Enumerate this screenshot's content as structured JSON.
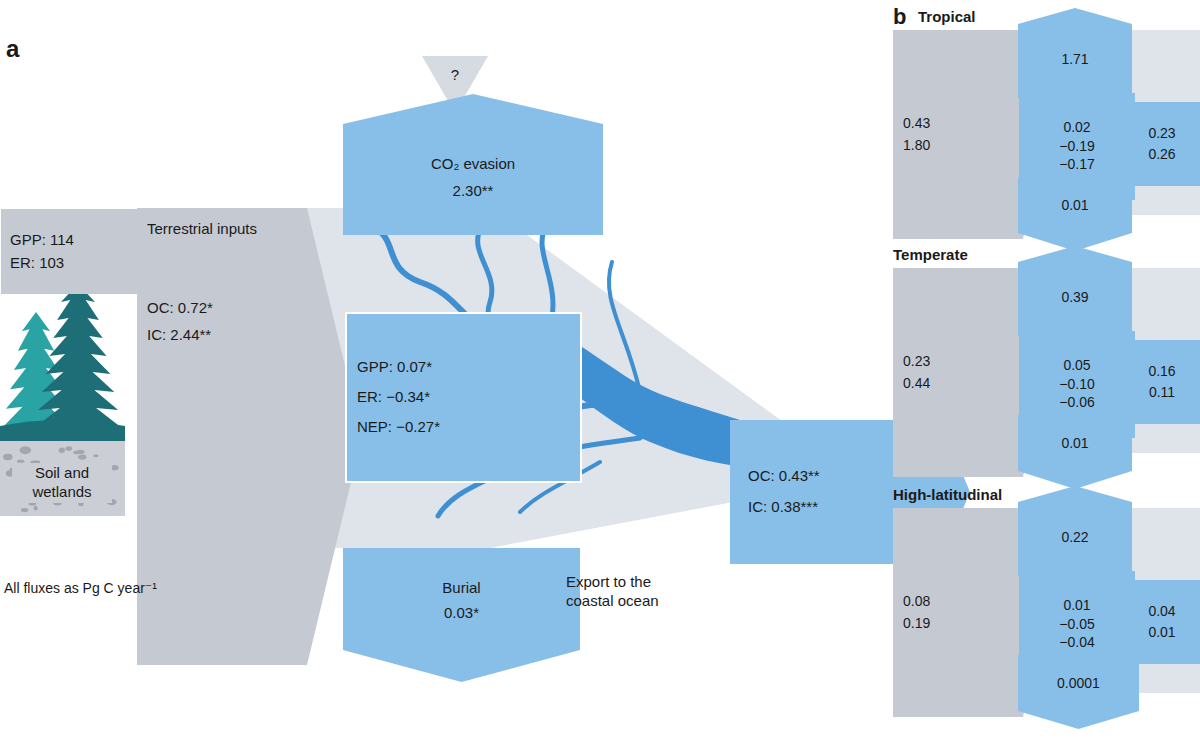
{
  "diagram": {
    "nodes": [
      {
        "text": [
          "GPP: 114",
          "ER: 103"
        ]
      },
      {
        "text": [
          "Terrestrial inputs",
          "OC: 0.72*",
          "IC: 2.44**"
        ]
      },
      {
        "text": [
          "?"
        ]
      },
      {
        "text": [
          "CO₂ evasion",
          "2.30**"
        ]
      },
      {
        "text": [
          "GPP: 0.07*",
          "ER: −0.34*",
          "NEP: −0.27*"
        ]
      },
      {
        "text": [
          "Burial",
          "0.03*"
        ]
      },
      {
        "text": [
          "OC: 0.43**",
          "IC: 0.38***"
        ]
      },
      {
        "text": [
          "Tropical"
        ]
      },
      {
        "text": [
          "0.43",
          "1.80"
        ],
        "in": 7
      },
      {
        "text": [
          "1.71"
        ],
        "in": 7
      },
      {
        "text": [
          "0.02",
          "−0.19",
          "−0.17"
        ],
        "in": 7
      },
      {
        "text": [
          "0.23",
          "0.26"
        ],
        "in": 7
      },
      {
        "text": [
          "0.01"
        ],
        "in": 7
      },
      {
        "text": [
          "Temperate"
        ]
      },
      {
        "text": [
          "0.23",
          "0.44"
        ],
        "in": 13
      },
      {
        "text": [
          "0.39"
        ],
        "in": 13
      },
      {
        "text": [
          "0.05",
          "−0.10",
          "−0.06"
        ],
        "in": 13
      },
      {
        "text": [
          "0.16",
          "0.11"
        ],
        "in": 13
      },
      {
        "text": [
          "0.01"
        ],
        "in": 13
      },
      {
        "text": [
          "High-latitudinal"
        ]
      },
      {
        "text": [
          "0.08",
          "0.19"
        ],
        "in": 19
      },
      {
        "text": [
          "0.22"
        ],
        "in": 19
      },
      {
        "text": [
          "0.01",
          "−0.05",
          "−0.04"
        ],
        "in": 19
      },
      {
        "text": [
          "0.04",
          "0.01"
        ],
        "in": 19
      },
      {
        "text": [
          "0.0001"
        ],
        "in": 19
      }
    ],
    "labels": [
      "a",
      "Soil and wetlands",
      "All fluxes as Pg C year⁻¹",
      "Export to the coastal ocean",
      "b"
    ]
  }
}
